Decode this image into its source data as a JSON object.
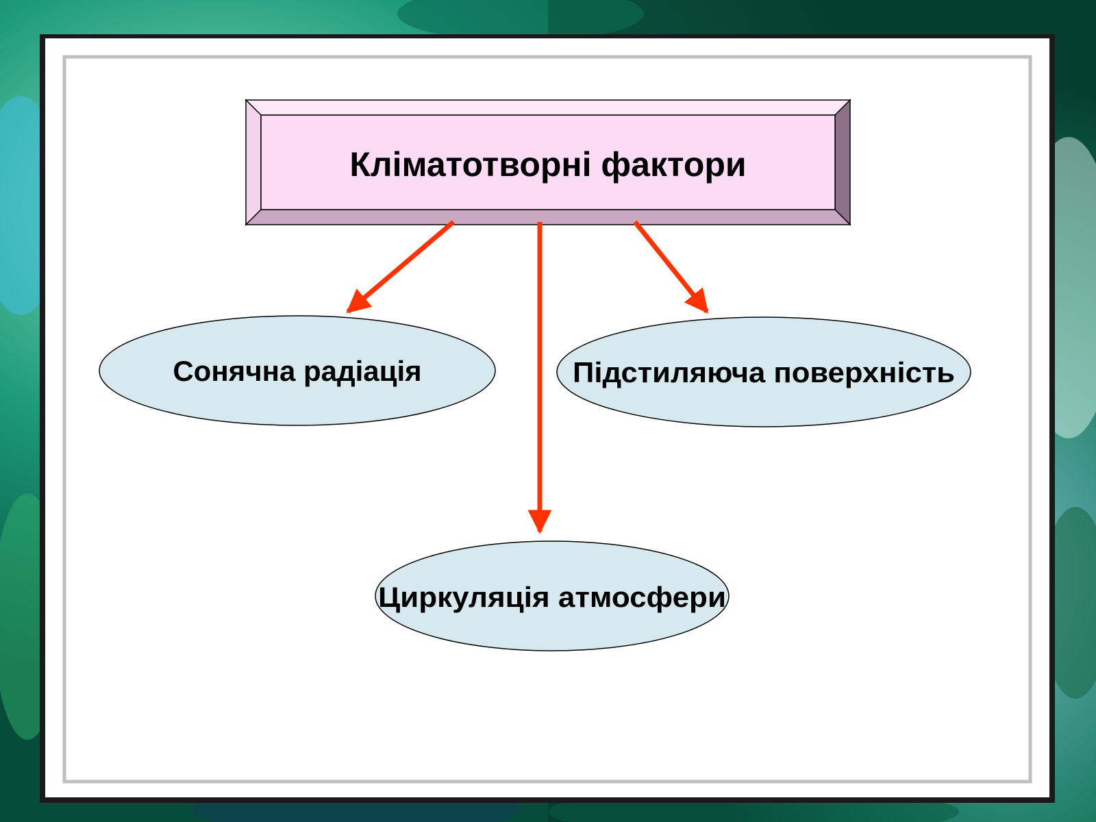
{
  "diagram": {
    "root": {
      "label": "Кліматотворні фактори"
    },
    "children": [
      {
        "id": "solar",
        "label": "Сонячна радіація"
      },
      {
        "id": "circulation",
        "label": "Циркуляція атмосфери"
      },
      {
        "id": "surface",
        "label": "Підстиляюча поверхність"
      }
    ]
  },
  "colors": {
    "root_fill": "#fcdcf4",
    "root_bevel_light": "#fde9f8",
    "root_bevel_dark": "#8c7088",
    "root_bevel_bottom": "#c9a8c2",
    "ellipse_fill": "#d7e9ee",
    "arrow": "#ff3300",
    "slide_bg": "#ffffff",
    "frame": "#222222"
  }
}
